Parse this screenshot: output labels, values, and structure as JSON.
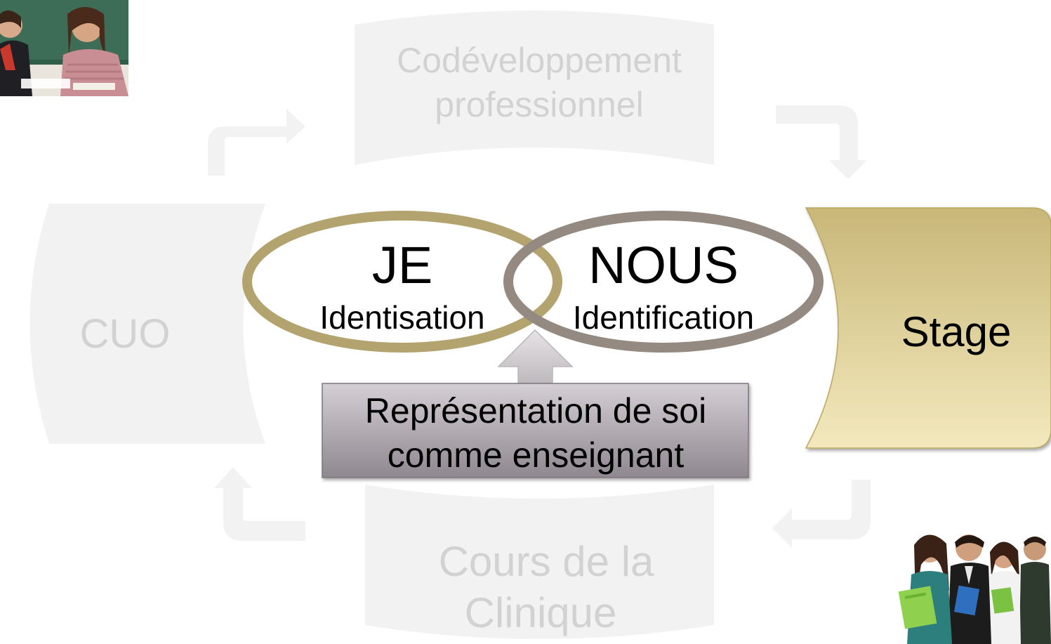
{
  "nodes": {
    "top": {
      "line1": "Codéveloppement",
      "line2": "professionnel"
    },
    "left": {
      "label": "CUO"
    },
    "right": {
      "label": "Stage"
    },
    "bottom": {
      "line1": "Cours de la",
      "line2": "Clinique"
    }
  },
  "center": {
    "je": {
      "title": "JE",
      "subtitle": "Identisation"
    },
    "nous": {
      "title": "NOUS",
      "subtitle": "Identification"
    },
    "box": {
      "line1": "Représentation de soi",
      "line2": "comme enseignant"
    }
  },
  "colors": {
    "faded_shape": "#f2f2f2",
    "faded_text": "#d2d2d2",
    "je_ring": "#b3a46f",
    "nous_ring": "#958a81",
    "stage_top": "#c9b778",
    "stage_bottom": "#f3e9bd",
    "box_top": "#c8c2c8",
    "box_bottom": "#8f878f",
    "arrow": "#d0cccf"
  },
  "images": {
    "top_left": "photo-teachers-at-desk",
    "bottom_right": "photo-students-group"
  }
}
